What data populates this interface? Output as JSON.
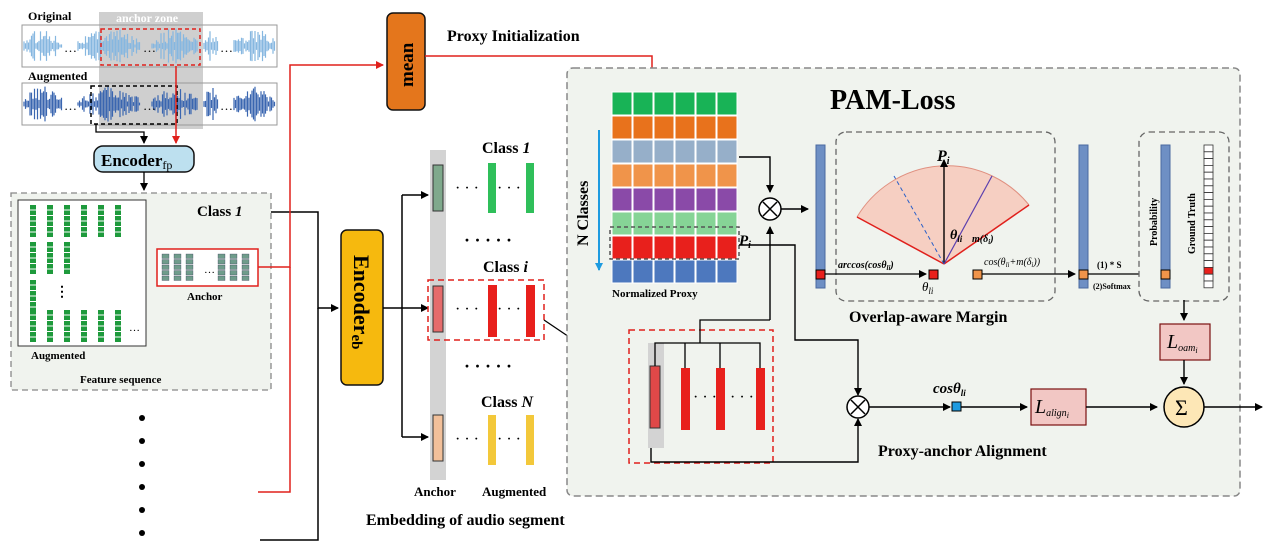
{
  "labels": {
    "original": "Original",
    "anchor_zone": "anchor zone",
    "augmented_top": "Augmented",
    "encoder_fp": "Encoder",
    "encoder_fp_sub": "fp",
    "class1_left": "Class ",
    "class1_left_num": "1",
    "anchor_small": "Anchor",
    "augmented_small": "Augmented",
    "feature_sequence": "Feature sequence",
    "mean": "mean",
    "proxy_init": "Proxy Initialization",
    "encoder_eb": "Encoder",
    "encoder_eb_sub": "eb",
    "class1_mid": "Class ",
    "class1_mid_num": "1",
    "classi_mid": "Class ",
    "classi_mid_num": "i",
    "classN_mid": "Class ",
    "classN_mid_num": "N",
    "anchor_bottom": "Anchor",
    "augmented_bottom": "Augmented",
    "embedding_caption": "Embedding of audio segment",
    "pam_loss": "PAM-Loss",
    "n_classes": "N Classes",
    "normalized_proxy": "Normalized Proxy",
    "p_i_proxy": "P",
    "p_i_proxy_sub": "i",
    "p_i_arc": "P",
    "p_i_arc_sub": "i",
    "theta_arc": "θ",
    "theta_arc_sub": "li",
    "m_delta": "m(δ",
    "m_delta_sub": "i",
    "m_delta_close": ")",
    "arccos": "arccos(cosθ",
    "arccos_sub": "li",
    "arccos_close": ")",
    "theta_below": "θ",
    "theta_below_sub": "li",
    "cos_margin": "cos(θ",
    "cos_margin_sub": "li",
    "cos_margin_rest": "+m(δ",
    "cos_margin_sub2": "i",
    "cos_margin_close": "))",
    "scale": "(1) * S",
    "softmax": "(2)Softmax",
    "probability": "Probability",
    "ground_truth": "Ground Truth",
    "overlap_margin": "Overlap-aware Margin",
    "l_oam": "L",
    "l_oam_sub": "oam",
    "l_oam_subsub": "i",
    "cos_theta": "cosθ",
    "cos_theta_sub": "li",
    "l_align": "L",
    "l_align_sub": "align",
    "l_align_subsub": "i",
    "proxy_anchor_alignment": "Proxy-anchor Alignment",
    "sum": "Σ",
    "ellipsis_dots": "· · · · ·"
  },
  "colors": {
    "red": "#e0201c",
    "orange_box": "#e4761c",
    "yellow_box": "#f6b90e",
    "encoder_fp_fill": "#bde0ef",
    "gray_panel": "#f0f3ee",
    "green": "#2fbf5a",
    "yellow_emb": "#f3c83a",
    "loss_box": "#f2c7c4",
    "proxy_rows": [
      "#18b356",
      "#e8721c",
      "#96afc9",
      "#f0944a",
      "#8a4aa8",
      "#86d496",
      "#e8201c",
      "#4d78be"
    ]
  }
}
